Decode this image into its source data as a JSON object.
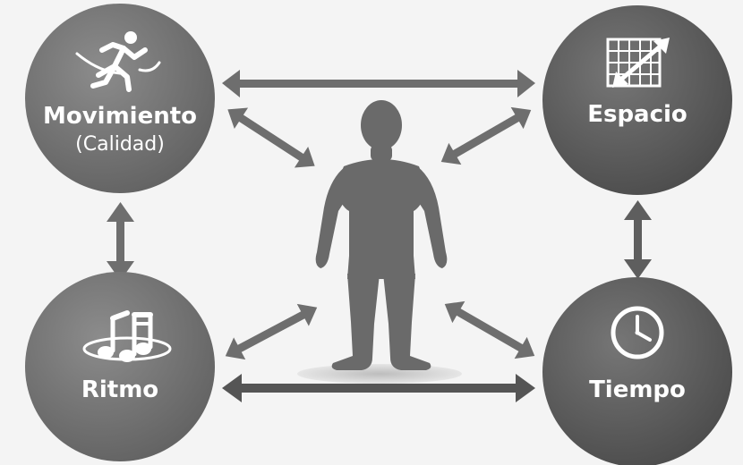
{
  "nodes": {
    "movimiento": {
      "label": "Movimiento",
      "sublabel": "(Calidad)",
      "icon": "running-person-icon"
    },
    "espacio": {
      "label": "Espacio",
      "icon": "grid-arrow-icon"
    },
    "ritmo": {
      "label": "Ritmo",
      "icon": "music-notes-icon"
    },
    "tiempo": {
      "label": "Tiempo",
      "icon": "clock-icon"
    }
  },
  "center": {
    "icon": "human-figure-icon"
  },
  "colors": {
    "background": "#f4f4f4",
    "circle_light": "#7a7a7a",
    "circle_dark": "#5a5a5a",
    "arrow": "#6e6e6e",
    "figure": "#6a6a6a",
    "shadow": "#c9c9c9"
  }
}
